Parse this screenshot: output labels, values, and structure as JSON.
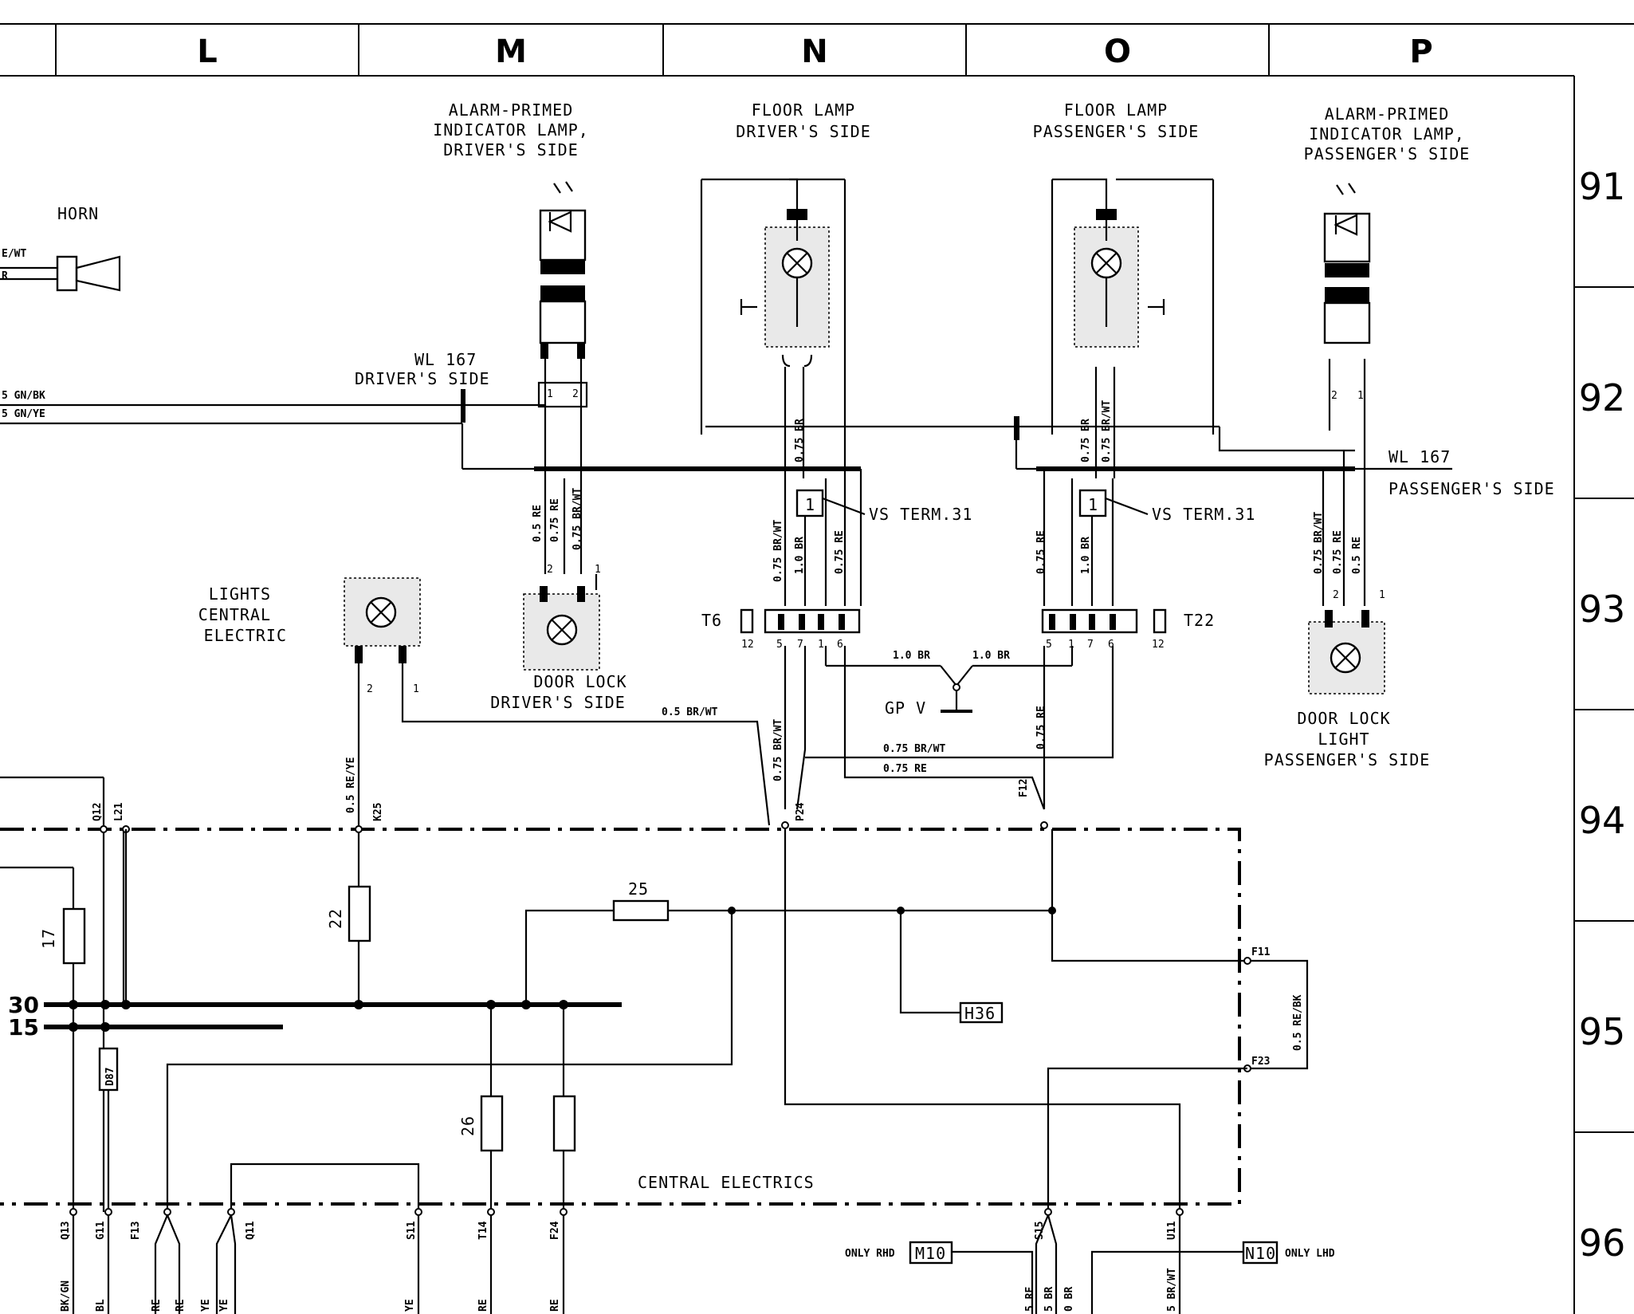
{
  "columns": [
    "L",
    "M",
    "N",
    "O",
    "P"
  ],
  "rows": [
    "91",
    "92",
    "93",
    "94",
    "95",
    "96"
  ],
  "components": {
    "horn": "HORN",
    "alarm_driver": [
      "ALARM-PRIMED",
      "INDICATOR LAMP,",
      "DRIVER'S SIDE"
    ],
    "floor_driver": [
      "FLOOR LAMP",
      "DRIVER'S SIDE"
    ],
    "floor_passenger": [
      "FLOOR LAMP",
      "PASSENGER'S SIDE"
    ],
    "alarm_passenger": [
      "ALARM-PRIMED",
      "INDICATOR LAMP,",
      "PASSENGER'S SIDE"
    ],
    "wl167_driver": [
      "WL 167",
      "DRIVER'S SIDE"
    ],
    "wl167_passenger": [
      "WL 167",
      "PASSENGER'S SIDE"
    ],
    "lights_central": [
      "LIGHTS",
      "CENTRAL",
      "ELECTRIC"
    ],
    "door_lock_driver": [
      "DOOR LOCK",
      "DRIVER'S SIDE"
    ],
    "door_lock_passenger": [
      "DOOR LOCK",
      "LIGHT",
      "PASSENGER'S SIDE"
    ],
    "vs_term": "VS TERM.31",
    "gp_v": "GP V",
    "t6": "T6",
    "t22": "T22",
    "central_electrics": "CENTRAL ELECTRICS",
    "only_rhd": "ONLY RHD",
    "only_lhd": "ONLY LHD",
    "m10": "M10",
    "n10": "N10",
    "h36": "H36",
    "d87": "D87",
    "box_1": "1"
  },
  "fuses": [
    "17",
    "22",
    "25",
    "26"
  ],
  "terminals": [
    "30",
    "15"
  ],
  "wires": {
    "re_wt": "E/WT",
    "r": "R",
    "gn_bk": "5 GN/BK",
    "gn_ye": "5 GN/YE",
    "br_wt_05": "0.5 BR/WT",
    "br_wt_075": "0.75 BR/WT",
    "re_075": "0.75 RE",
    "br_10": "1.0 BR",
    "re_ye": "0.5 RE/YE",
    "re_bk": "0.5 RE/BK",
    "re_05": "0.5 RE",
    "br_075": "0.75 BR"
  },
  "pins": {
    "k25": "K25",
    "p24": "P24",
    "f12": "F12",
    "q12": "Q12",
    "l21": "L21",
    "f11": "F11",
    "f23": "F23",
    "q13": "Q13",
    "g11": "G11",
    "f13": "F13",
    "q11": "Q11",
    "s11": "S11",
    "t14": "T14",
    "f24": "F24",
    "s15": "S15",
    "u11": "U11"
  },
  "bottom_wires": [
    "BK/GN",
    "BL",
    "RE",
    "RE",
    "YE",
    "YE",
    "YE",
    "RE",
    "RE",
    "5 RE",
    "5 BR",
    "0 BR",
    "5 BR/WT"
  ]
}
